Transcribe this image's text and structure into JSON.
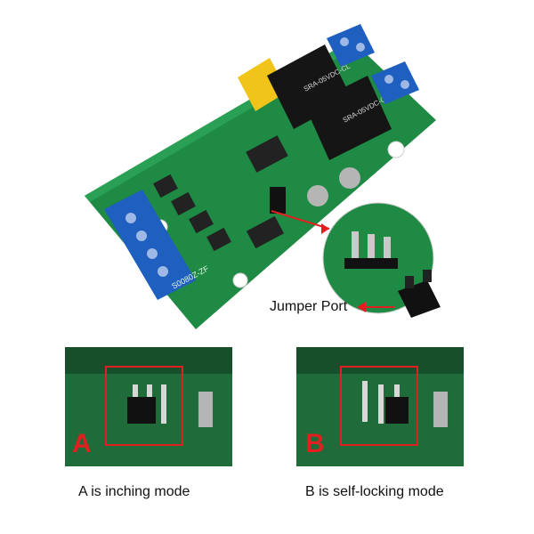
{
  "main": {
    "callout_label": "Jumper Port",
    "board_silkscreen": "S0080Z-ZF"
  },
  "mode_a": {
    "letter": "A",
    "caption": "A is inching mode"
  },
  "mode_b": {
    "letter": "B",
    "caption": "B is self-locking mode"
  },
  "colors": {
    "pcb_green": "#1e8a44",
    "terminal_blue": "#1f5fbf",
    "relay_black": "#151515",
    "capacitor_yellow": "#f0c419",
    "highlight_red": "#e02020"
  },
  "icons": [
    "relay-icon",
    "terminal-block-icon",
    "capacitor-icon",
    "jumper-icon",
    "arrow-icon"
  ]
}
